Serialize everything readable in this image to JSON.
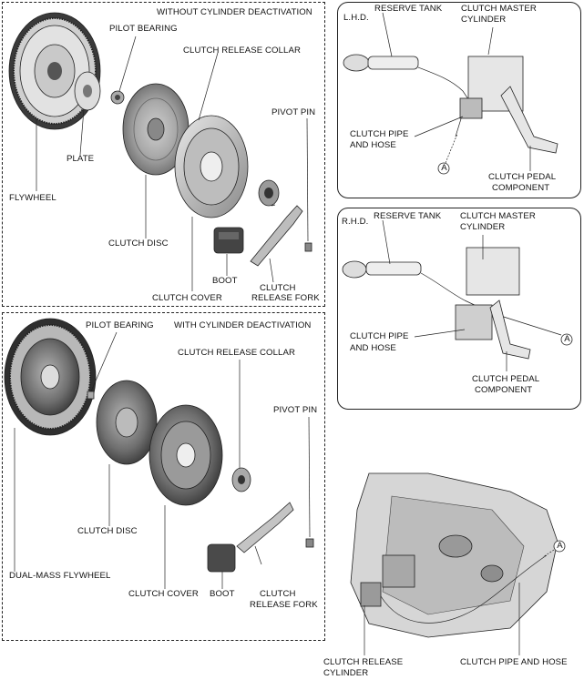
{
  "panels": {
    "without": {
      "title": "WITHOUT CYLINDER DEACTIVATION",
      "labels": {
        "pilot_bearing": "PILOT BEARING",
        "clutch_release_collar": "CLUTCH RELEASE COLLAR",
        "pivot_pin": "PIVOT PIN",
        "plate": "PLATE",
        "flywheel": "FLYWHEEL",
        "clutch_disc": "CLUTCH DISC",
        "boot": "BOOT",
        "clutch_cover": "CLUTCH COVER",
        "clutch_release_fork_1": "CLUTCH",
        "clutch_release_fork_2": "RELEASE FORK"
      }
    },
    "with": {
      "title": "WITH CYLINDER DEACTIVATION",
      "labels": {
        "pilot_bearing": "PILOT BEARING",
        "clutch_release_collar": "CLUTCH RELEASE COLLAR",
        "pivot_pin": "PIVOT PIN",
        "clutch_disc": "CLUTCH DISC",
        "dual_mass_flywheel": "DUAL-MASS FLYWHEEL",
        "clutch_cover": "CLUTCH COVER",
        "boot": "BOOT",
        "clutch_release_fork_1": "CLUTCH",
        "clutch_release_fork_2": "RELEASE FORK"
      }
    },
    "lhd": {
      "side": "L.H.D.",
      "labels": {
        "reserve_tank": "RESERVE TANK",
        "clutch_master_1": "CLUTCH MASTER",
        "clutch_master_2": "CYLINDER",
        "clutch_pipe_1": "CLUTCH PIPE",
        "clutch_pipe_2": "AND HOSE",
        "pedal_1": "CLUTCH PEDAL",
        "pedal_2": "COMPONENT",
        "marker": "A"
      }
    },
    "rhd": {
      "side": "R.H.D.",
      "labels": {
        "reserve_tank": "RESERVE TANK",
        "clutch_master_1": "CLUTCH MASTER",
        "clutch_master_2": "CYLINDER",
        "clutch_pipe_1": "CLUTCH PIPE",
        "clutch_pipe_2": "AND HOSE",
        "pedal_1": "CLUTCH PEDAL",
        "pedal_2": "COMPONENT",
        "marker": "A"
      }
    },
    "transaxle": {
      "labels": {
        "release_cyl_1": "CLUTCH RELEASE",
        "release_cyl_2": "CYLINDER",
        "pipe_hose": "CLUTCH PIPE AND HOSE",
        "marker": "A"
      }
    }
  }
}
